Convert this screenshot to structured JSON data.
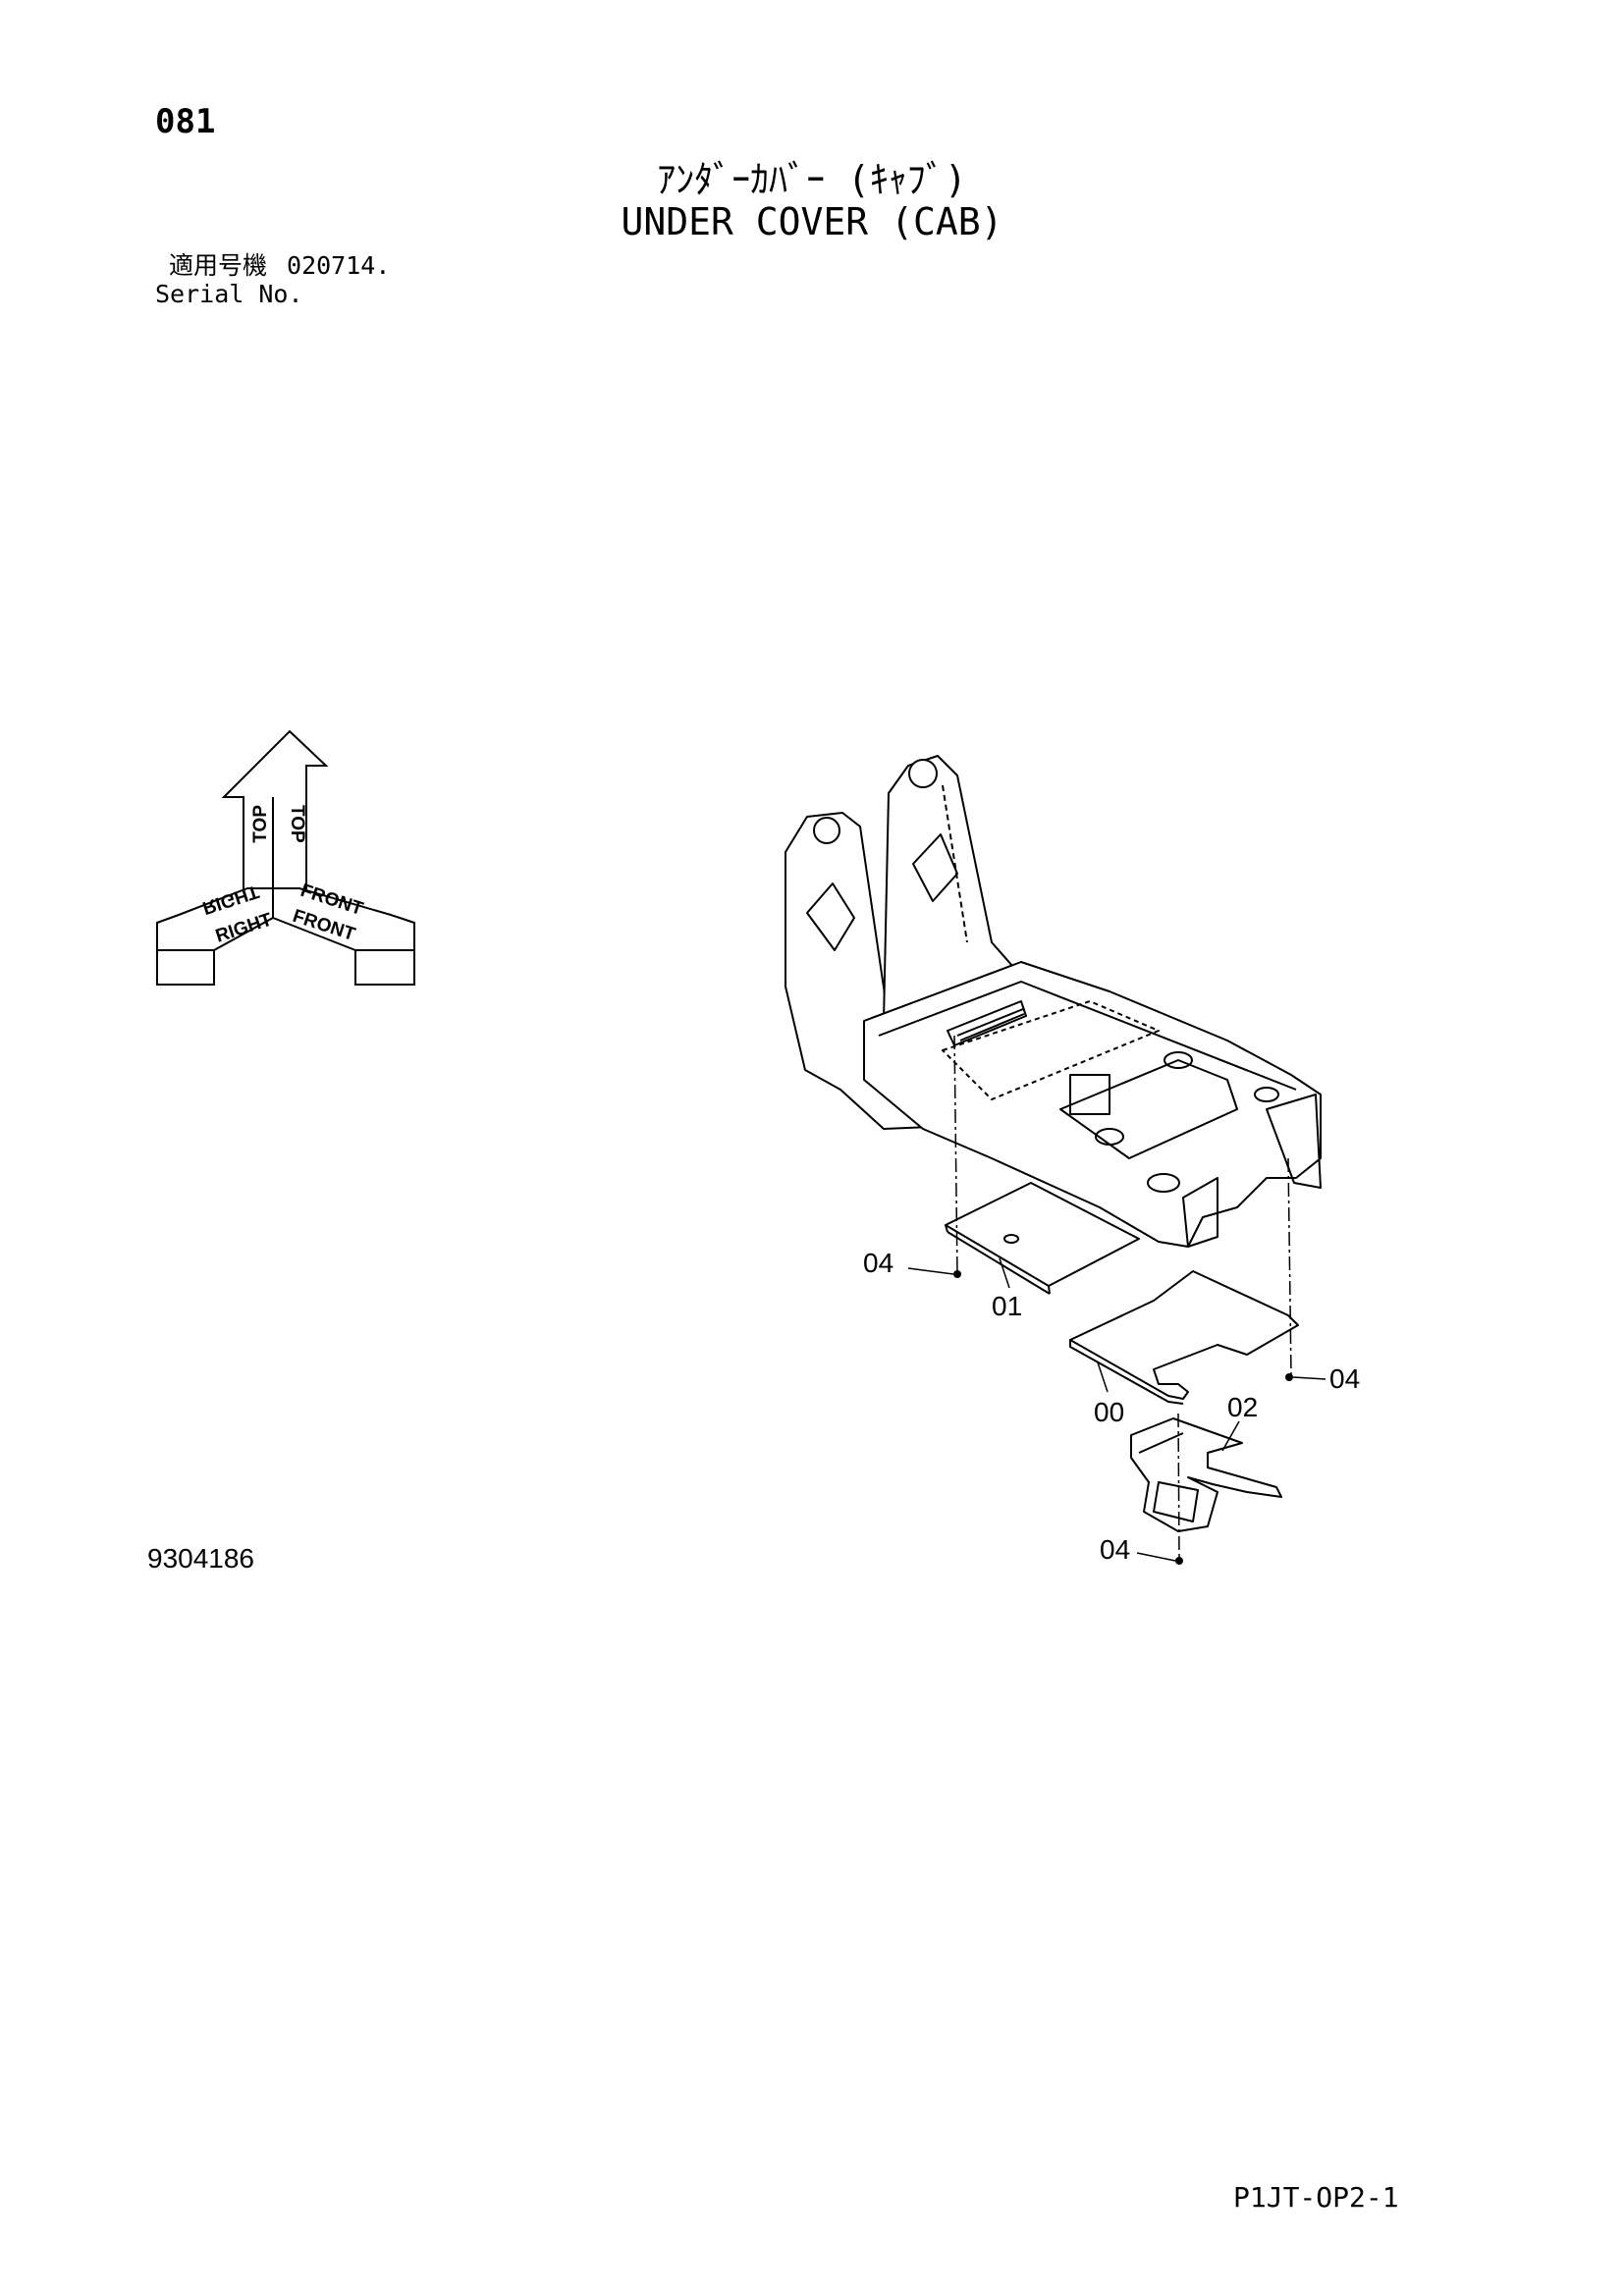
{
  "page": {
    "number": "081",
    "title_jp": "ｱﾝﾀﾞｰｶﾊﾞｰ (ｷｬﾌﾞ)",
    "title_en": "UNDER COVER (CAB)",
    "serial_label_jp": "適用号機",
    "serial_value": "020714.",
    "serial_label_en": "Serial No.",
    "drawing_number": "9304186",
    "page_code": "P1JT-OP2-1"
  },
  "orientation": {
    "top": "TOP",
    "right": "RIGHT",
    "front": "FRONT"
  },
  "callouts": [
    {
      "id": "callout-04-a",
      "label": "04"
    },
    {
      "id": "callout-01",
      "label": "01"
    },
    {
      "id": "callout-04-b",
      "label": "04"
    },
    {
      "id": "callout-00",
      "label": "00"
    },
    {
      "id": "callout-02",
      "label": "02"
    },
    {
      "id": "callout-04-c",
      "label": "04"
    }
  ]
}
